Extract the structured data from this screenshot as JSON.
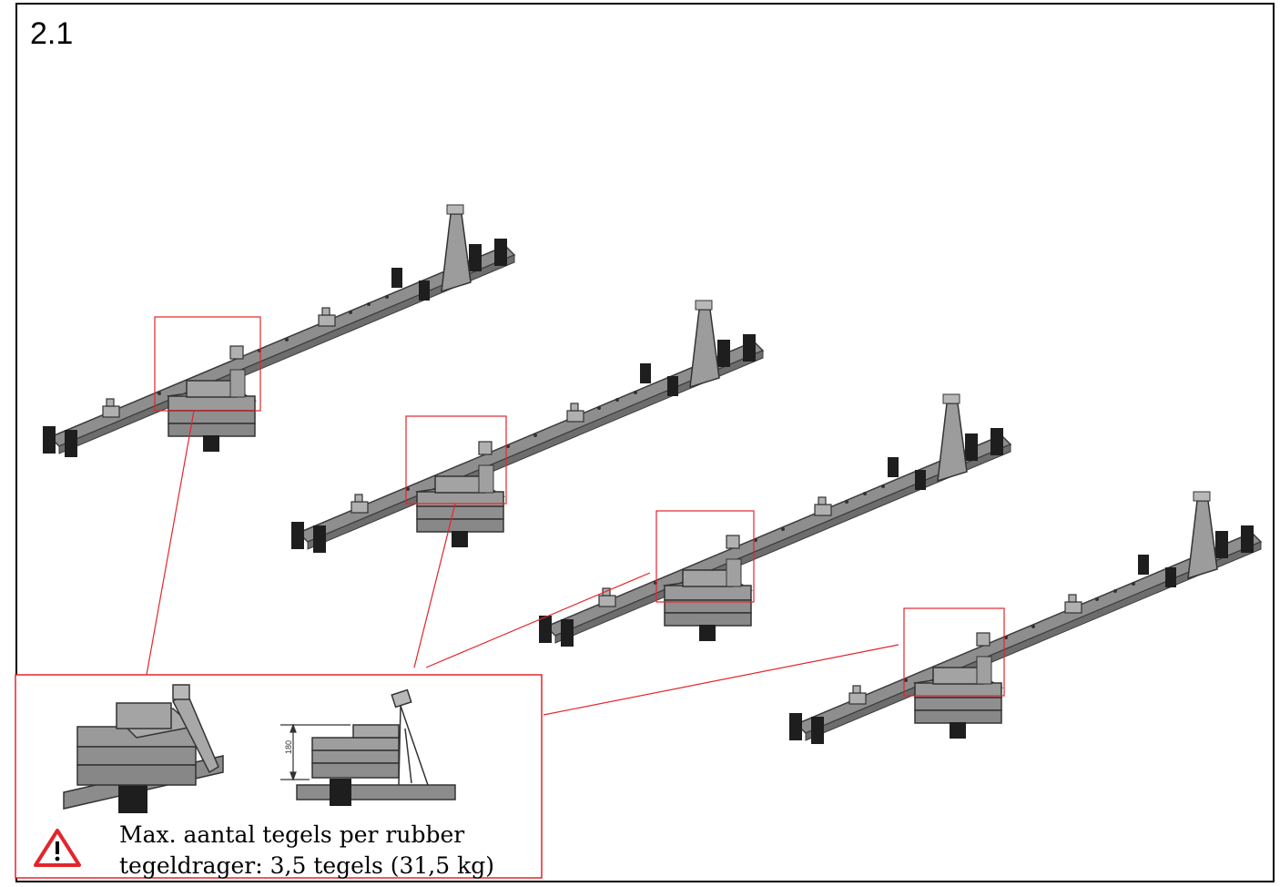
{
  "step_number": "2.1",
  "detail": {
    "dimension_label": "180",
    "warning": {
      "line1": "Max. aantal tegels per rubber",
      "line2": "tegeldrager: 3,5 tegels (31,5 kg)"
    }
  },
  "colors": {
    "frame": "#000000",
    "highlight": "#e3262b",
    "rail": "#8c8c8c",
    "tile": "#9a9a9a",
    "foot": "#1e1e1e",
    "warning_fill": "#ffffff",
    "warning_stroke": "#e3262b"
  },
  "icons": [
    "warning-triangle-icon"
  ]
}
